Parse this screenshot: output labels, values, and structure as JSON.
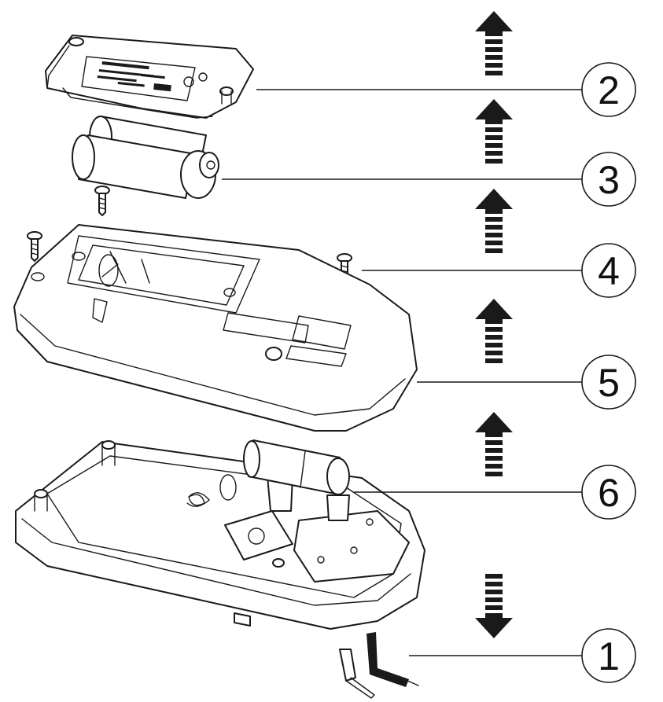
{
  "diagram": {
    "colors": {
      "line": "#1a1a1a",
      "background": "#ffffff"
    },
    "callouts": [
      {
        "number": "2",
        "part": "battery-cover"
      },
      {
        "number": "3",
        "part": "batteries"
      },
      {
        "number": "4",
        "part": "screws"
      },
      {
        "number": "5",
        "part": "rear-case"
      },
      {
        "number": "6",
        "part": "fuse"
      },
      {
        "number": "1",
        "part": "test-leads"
      }
    ],
    "arrows": [
      {
        "direction": "up"
      },
      {
        "direction": "up"
      },
      {
        "direction": "up"
      },
      {
        "direction": "up"
      },
      {
        "direction": "up"
      },
      {
        "direction": "down"
      }
    ]
  }
}
